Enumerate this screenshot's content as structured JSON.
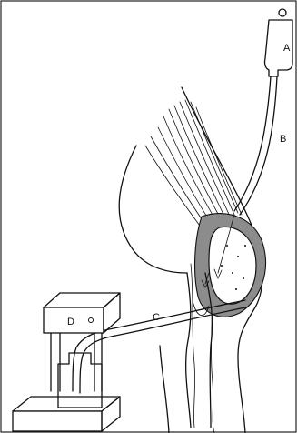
{
  "labels": {
    "a": "A",
    "b": "B",
    "c": "C",
    "d": "D"
  },
  "colors": {
    "ink": "#111111",
    "shade": "#8c8c8c",
    "paper": "#ffffff"
  }
}
